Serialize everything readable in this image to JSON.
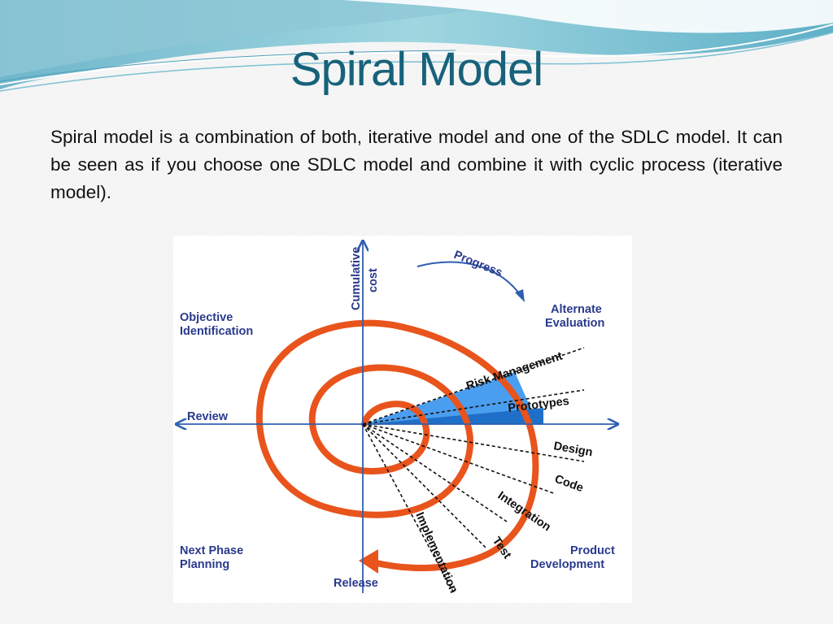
{
  "slide": {
    "title": "Spiral Model",
    "body": "Spiral model is a combination of both, iterative model and one of the SDLC model. It can be seen as if you choose one SDLC model and combine it with cyclic process (iterative model)."
  },
  "diagram": {
    "axis_label_line1": "Cumulative",
    "axis_label_line2": "cost",
    "progress": "Progress",
    "quadrant_top_left_line1": "Objective",
    "quadrant_top_left_line2": "Identification",
    "quadrant_top_right_line1": "Alternate",
    "quadrant_top_right_line2": "Evaluation",
    "quadrant_bottom_left_line1": "Next Phase",
    "quadrant_bottom_left_line2": "Planning",
    "quadrant_bottom_right_line1": "Product",
    "quadrant_bottom_right_line2": "Development",
    "review": "Review",
    "release": "Release",
    "risk_management": "Risk Management",
    "prototypes": "Prototypes",
    "design": "Design",
    "code": "Code",
    "integration": "Integration",
    "test": "Test",
    "implementation": "Implementation",
    "colors": {
      "spiral": "#e8541c",
      "axis": "#2f5fb0",
      "wedge_light": "#4a9ef0",
      "wedge_dark": "#1f6fc8",
      "title": "#17627a"
    }
  }
}
